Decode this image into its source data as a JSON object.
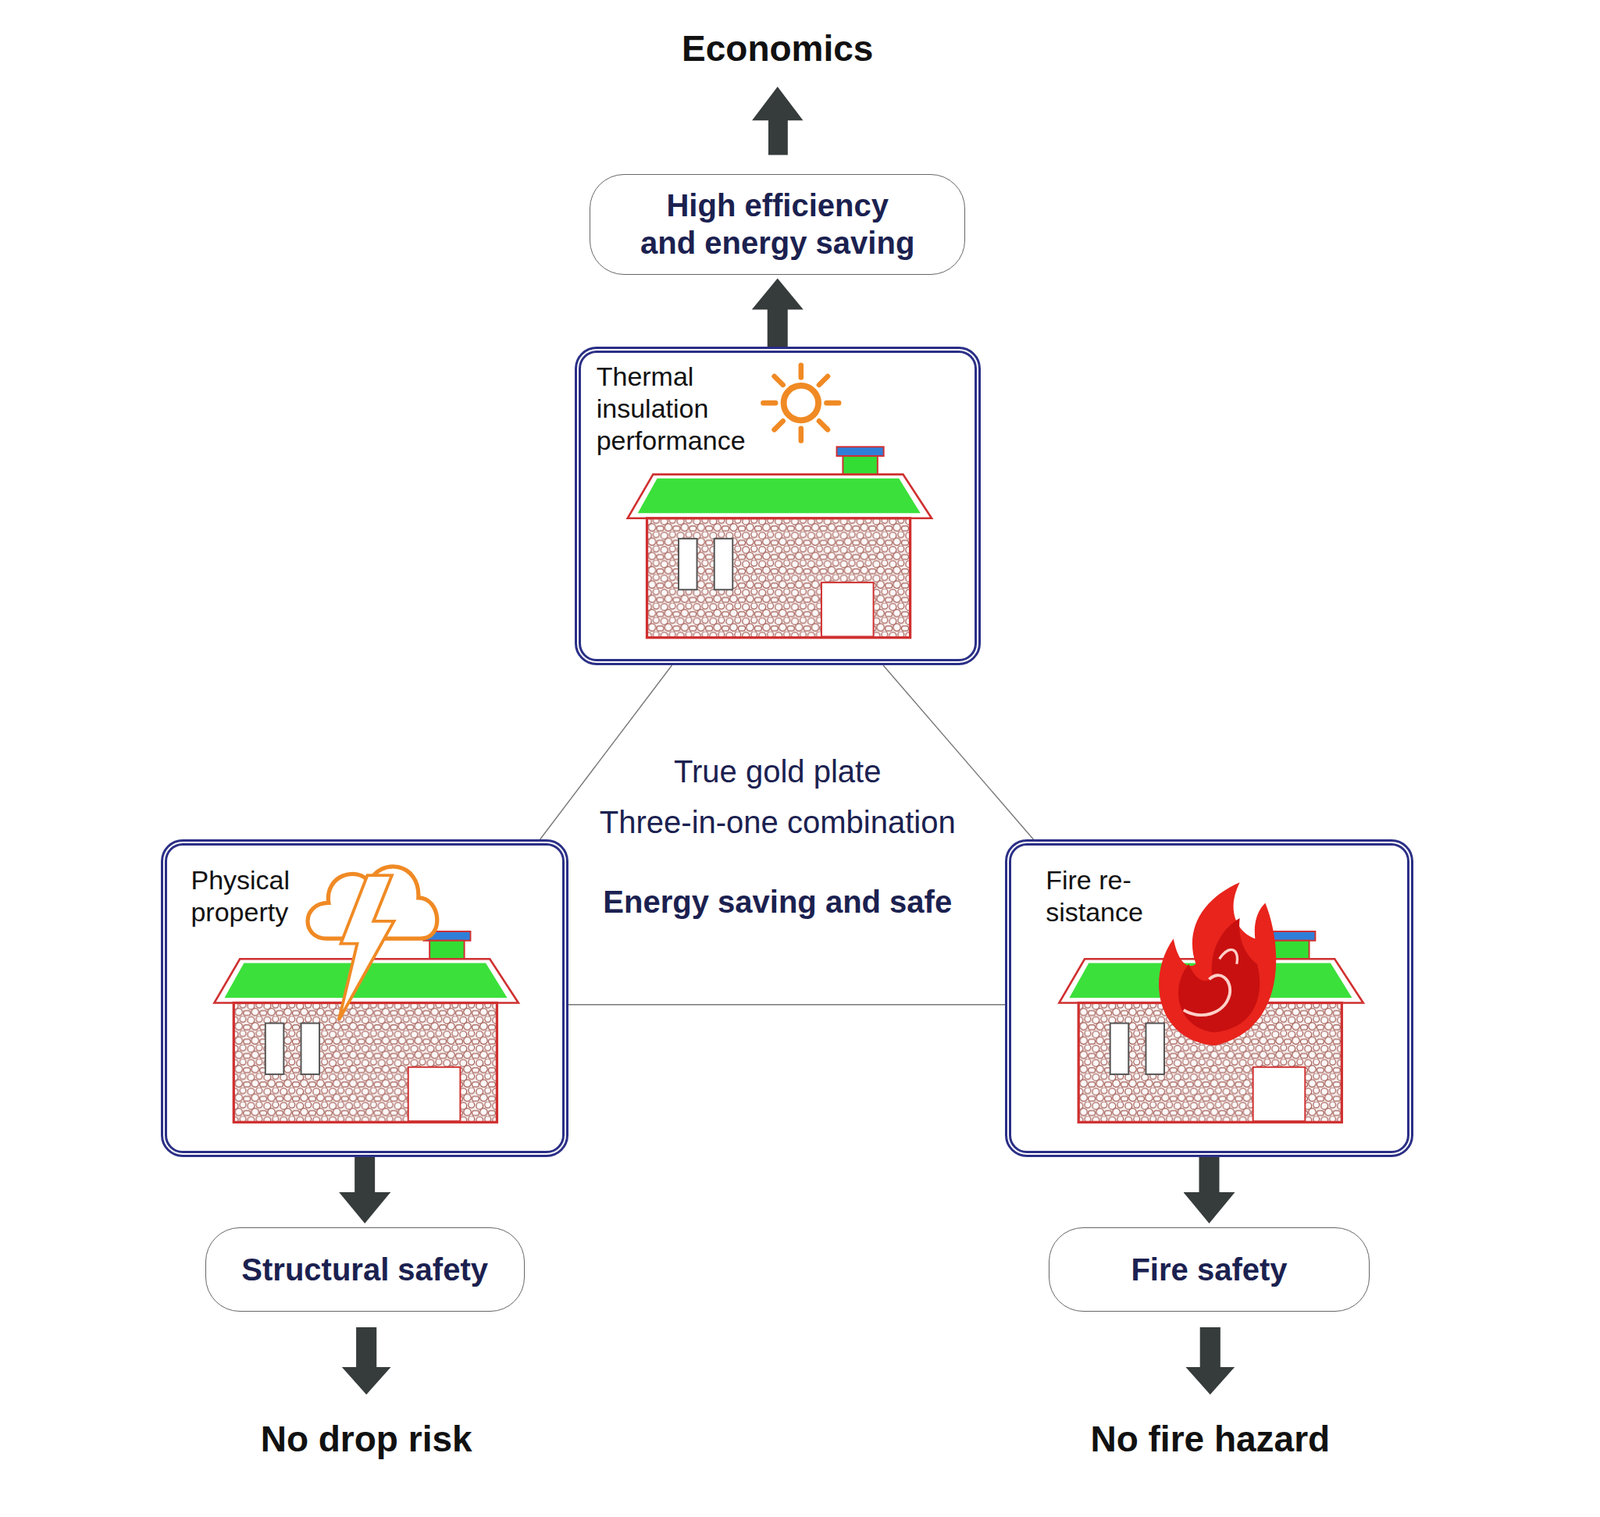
{
  "diagram": {
    "nodes": [
      {
        "text": [
          "High efficiency and energy saving"
        ]
      },
      {
        "text": [
          "Thermal insulation performance"
        ]
      },
      {
        "text": [
          "Physical property"
        ]
      },
      {
        "text": [
          "Fire re- sistance"
        ]
      },
      {
        "text": [
          "Structural safety"
        ]
      },
      {
        "text": [
          "Fire safety"
        ]
      }
    ],
    "edges": [
      {
        "from": 1,
        "to": 0,
        "arrow": "to"
      },
      {
        "from": 1,
        "to": 2,
        "arrow": "none"
      },
      {
        "from": 1,
        "to": 3,
        "arrow": "none"
      },
      {
        "from": 2,
        "to": 3,
        "arrow": "none"
      },
      {
        "from": 2,
        "to": 4,
        "arrow": "to"
      },
      {
        "from": 3,
        "to": 5,
        "arrow": "to"
      }
    ],
    "labels": [
      "Economics",
      "True gold plate",
      "Three-in-one combination",
      "Energy saving and safe",
      "No drop risk",
      "No fire hazard"
    ]
  }
}
